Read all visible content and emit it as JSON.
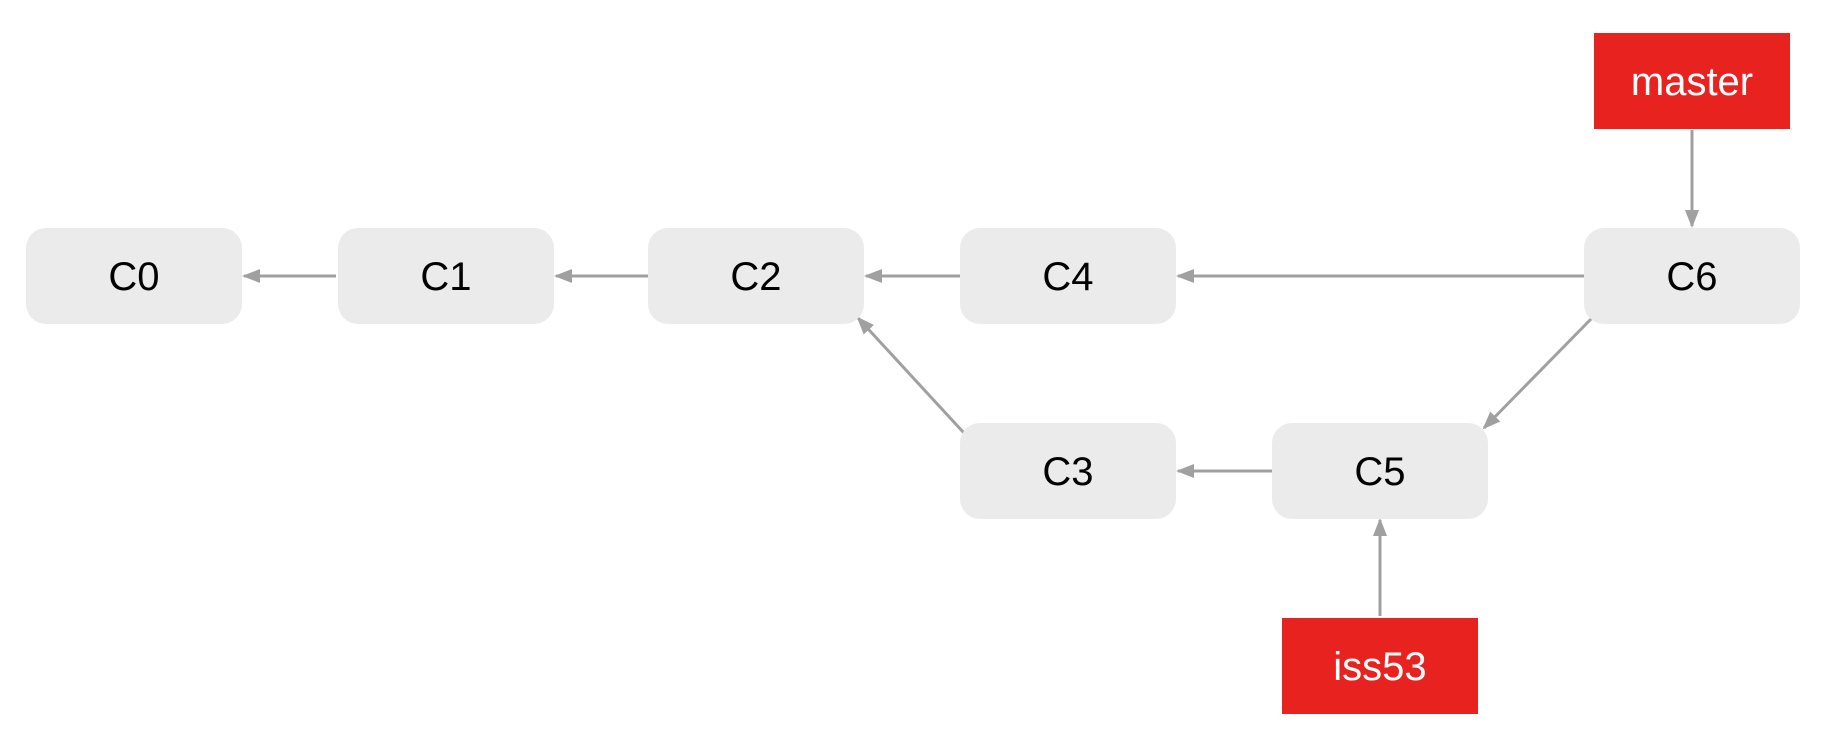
{
  "commits": [
    {
      "id": "C0",
      "label": "C0"
    },
    {
      "id": "C1",
      "label": "C1"
    },
    {
      "id": "C2",
      "label": "C2"
    },
    {
      "id": "C4",
      "label": "C4"
    },
    {
      "id": "C6",
      "label": "C6"
    },
    {
      "id": "C3",
      "label": "C3"
    },
    {
      "id": "C5",
      "label": "C5"
    }
  ],
  "branches": [
    {
      "id": "master",
      "label": "master",
      "points_to": "C6"
    },
    {
      "id": "iss53",
      "label": "iss53",
      "points_to": "C5"
    }
  ],
  "edges": [
    {
      "from": "C1",
      "to": "C0"
    },
    {
      "from": "C2",
      "to": "C1"
    },
    {
      "from": "C4",
      "to": "C2"
    },
    {
      "from": "C6",
      "to": "C4"
    },
    {
      "from": "C6",
      "to": "C5"
    },
    {
      "from": "C5",
      "to": "C3"
    },
    {
      "from": "C3",
      "to": "C2"
    }
  ],
  "colors": {
    "commit_fill": "#ebebeb",
    "branch_fill": "#e8231f",
    "edge": "#a0a0a0"
  }
}
